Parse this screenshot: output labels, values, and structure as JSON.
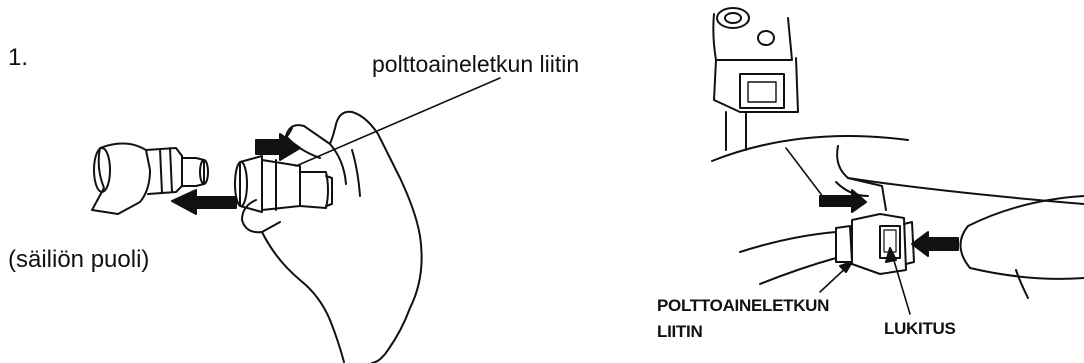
{
  "step_number": "1.",
  "left_figure": {
    "connector_label": "polttoaineletkun liitin",
    "tank_side_label": "(säiliön puoli)"
  },
  "right_figure": {
    "connector_label_line1": "POLTTOAINELETKUN",
    "connector_label_line2": "LIITIN",
    "lock_label": "LUKITUS"
  }
}
